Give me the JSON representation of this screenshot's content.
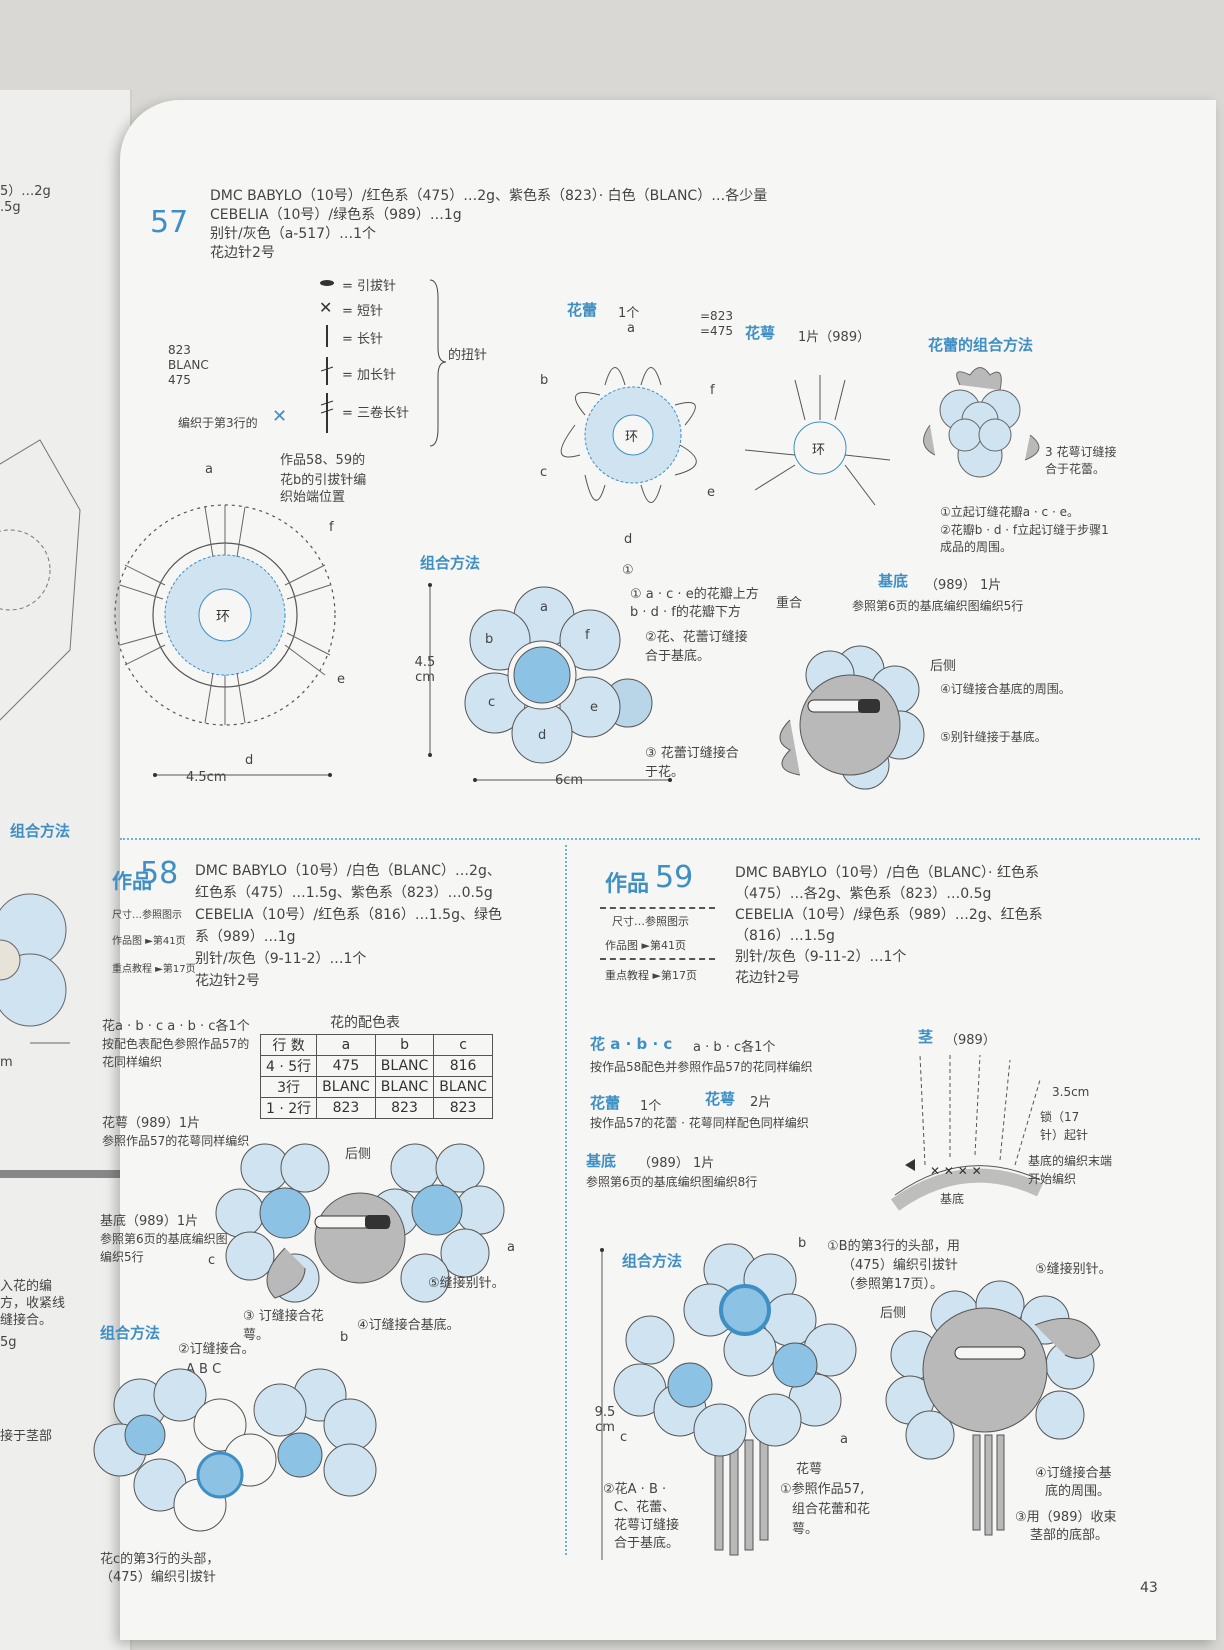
{
  "page_number": "43",
  "work57": {
    "title": "57",
    "materials": [
      "DMC BABYLO（10号）/红色系（475）…2g、紫色系（823）· 白色（BLANC）…各少量",
      "CEBELIA（10号）/绿色系（989）…1g",
      "别针/灰色（a-517）…1个",
      "花边针2号"
    ],
    "legend": {
      "slip": "= 引拔针",
      "sc": "= 短针",
      "dc": "= 长针",
      "tr": "= 加长针",
      "ttr": "= 三卷长针",
      "twisted": "的扭针"
    },
    "color_key": [
      "823",
      "BLANC",
      "475"
    ],
    "third_row_note": "编织于第3行的",
    "flower_note": [
      "作品58、59的",
      "花b的引拔针编",
      "织始端位置"
    ],
    "flower_center": "环",
    "petal_labels": [
      "a",
      "b",
      "c",
      "d",
      "e",
      "f"
    ],
    "width": "4.5cm",
    "bud_title": "花蕾",
    "bud_count": "1个",
    "bud_colors": [
      "=823",
      "=475"
    ],
    "calyx_title": "花萼",
    "calyx_count": "1片（989）",
    "bud_assembly_title": "花蕾的组合方法",
    "bud_assembly_notes": [
      "3 花萼订缝接合于花蕾。",
      "①立起订缝花瓣a · c · e。",
      "②花瓣b · d · f立起订缝于步骤1成品的周围。"
    ],
    "base_title": "基底",
    "base_count": "（989） 1片",
    "base_note": "参照第6页的基底编织图编织5行",
    "assembly_title": "组合方法",
    "assembly_height": "4.5 cm",
    "assembly_width": "6cm",
    "assembly_notes": [
      "① a · c · e的花瓣上方",
      "b · d · f的花瓣下方",
      "重合",
      "②花、花蕾订缝接合于基底。",
      "③ 花蕾订缝接合于花。"
    ],
    "back_title": "后侧",
    "back_notes": [
      "④订缝接合基底的周围。",
      "⑤别针缝接于基底。"
    ]
  },
  "work58": {
    "title_prefix": "作品",
    "title_num": "58",
    "materials": [
      "DMC BABYLO（10号）/白色（BLANC）…2g、",
      "红色系（475）…1.5g、紫色系（823）…0.5g",
      "CEBELIA（10号）/红色系（816）…1.5g、绿色",
      "系（989）…1g",
      "别针/灰色（9-11-2）…1个",
      "花边针2号"
    ],
    "side_refs": [
      "尺寸…参照图示",
      "作品图 ►第41页",
      "重点教程 ►第17页"
    ],
    "flower_note": [
      "花a · b · c  a · b · c各1个",
      "按配色表配色参照作品57的",
      "花同样编织"
    ],
    "table_title": "花的配色表",
    "table": [
      [
        "行 数",
        "a",
        "b",
        "c"
      ],
      [
        "4 · 5行",
        "475",
        "BLANC",
        "816"
      ],
      [
        "3行",
        "BLANC",
        "BLANC",
        "BLANC"
      ],
      [
        "1 · 2行",
        "823",
        "823",
        "823"
      ]
    ],
    "calyx_note": [
      "花萼（989）1片",
      "参照作品57的花萼同样编织"
    ],
    "base_note": [
      "基底（989）1片",
      "参照第6页的基底编织图",
      "编织5行"
    ],
    "back_title": "后侧",
    "back_notes": [
      "⑤缝接别针。",
      "③ 订缝接合花萼。",
      "④订缝接合基底。"
    ],
    "assembly_title": "组合方法",
    "assembly_notes": [
      "②订缝接合。",
      "A  B  C"
    ],
    "bottom_note": [
      "花c的第3行的头部，",
      "（475）编织引拔针"
    ]
  },
  "work59": {
    "title_prefix": "作品",
    "title_num": "59",
    "materials": [
      "DMC BABYLO（10号）/白色（BLANC）· 红色系",
      "（475）…各2g、紫色系（823）…0.5g",
      "CEBELIA（10号）/绿色系（989）…2g、红色系",
      "（816）…1.5g",
      "别针/灰色（9-11-2）…1个",
      "花边针2号"
    ],
    "side_refs": [
      "尺寸…参照图示",
      "作品图 ►第41页",
      "重点教程 ►第17页"
    ],
    "flower_title": "花 a · b · c",
    "flower_count": "a · b · c各1个",
    "flower_note": "按作品58配色并参照作品57的花同样编织",
    "bud_title": "花蕾",
    "bud_count": "1个",
    "calyx_title": "花萼",
    "calyx_count": "2片",
    "bud_note": "按作品57的花蕾 · 花萼同样配色同样编织",
    "base_title": "基底",
    "base_count": "（989） 1片",
    "base_note": "参照第6页的基底编织图编织8行",
    "stem_title": "茎",
    "stem_count": "（989）",
    "stem_notes": [
      "3.5cm",
      "锁（17",
      "针）起针",
      "基底的编织末端",
      "开始编织",
      "基底"
    ],
    "assembly_title": "组合方法",
    "assembly_notes": [
      "①B的第3行的头部，用",
      "（475）编织引拔针",
      "（参照第17页）。",
      "⑤缝接别针。",
      "后侧",
      "花萼",
      "②花A · B ·",
      "C、花蕾、",
      "花萼订缝接",
      "合于基底。",
      "①参照作品57,",
      "组合花蕾和花",
      "萼。",
      "④订缝接合基",
      "底的周围。",
      "③用（989）收束",
      "茎部的底部。"
    ],
    "height": "9.5 cm"
  },
  "left_page": {
    "fragments": [
      "5）…2g",
      ".5g",
      "组合方法",
      "m",
      "入花的编",
      "方，收紧线",
      "缝接合。",
      "5g",
      "接于茎部"
    ]
  },
  "colors": {
    "accent": "#3f8fc4",
    "flower_fill": "#cfe3f1",
    "center_fill": "#8cc2e4",
    "gray": "#b9b9b9"
  }
}
